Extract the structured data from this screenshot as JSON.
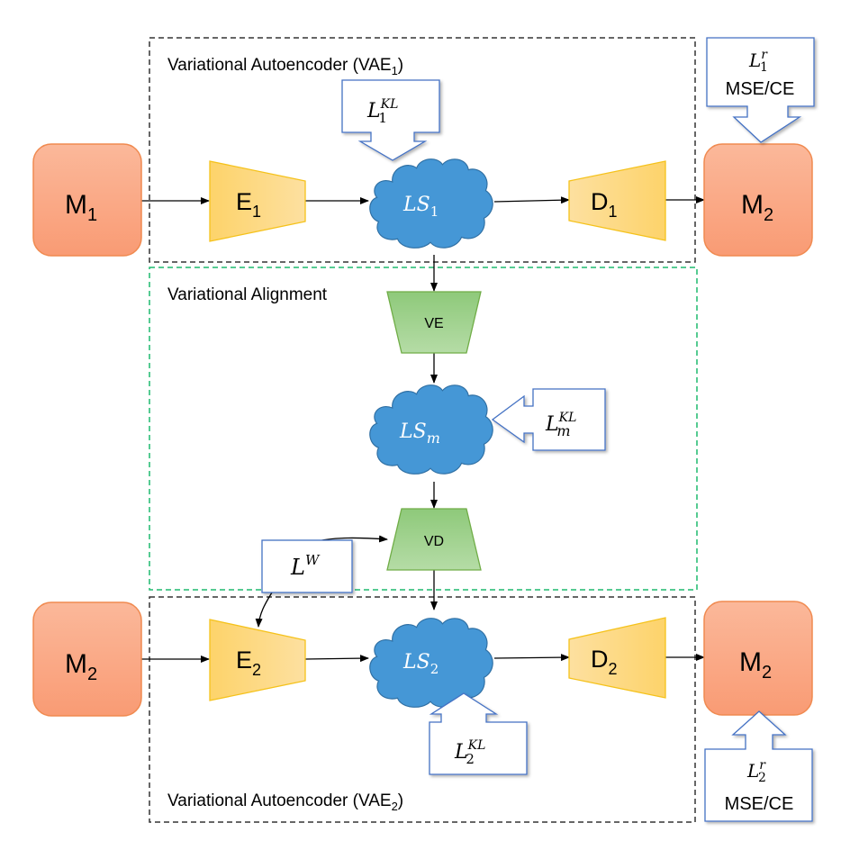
{
  "colors": {
    "module_fill_top": "#fbb89a",
    "module_fill_bottom": "#f99b74",
    "module_stroke": "#f08a50",
    "coder_fill_a": "#fdd36a",
    "coder_fill_b": "#fde0a0",
    "coder_stroke": "#f5c21b",
    "va_fill_top": "#8ec97a",
    "va_fill_bottom": "#b5dca6",
    "va_stroke": "#70ad47",
    "cloud_fill": "#4597d6",
    "cloud_stroke": "#2f6fa3",
    "callout_stroke": "#4472c4",
    "vae_frame": "#333333",
    "align_frame": "#1fba6e",
    "arrow": "#000000"
  },
  "groups": {
    "vae1": {
      "title": "Variational Autoencoder (VAE",
      "sub": "1",
      "close": ")"
    },
    "align": {
      "title": "Variational Alignment"
    },
    "vae2": {
      "title": "Variational Autoencoder (VAE",
      "sub": "2",
      "close": ")"
    }
  },
  "nodes": {
    "m1_in": {
      "base": "M",
      "sub": "1"
    },
    "m2_out_top": {
      "base": "M",
      "sub": "2"
    },
    "m2_in": {
      "base": "M",
      "sub": "2"
    },
    "m2_out_bottom": {
      "base": "M",
      "sub": "2"
    },
    "e1": {
      "base": "E",
      "sub": "1"
    },
    "d1": {
      "base": "D",
      "sub": "1"
    },
    "e2": {
      "base": "E",
      "sub": "2"
    },
    "d2": {
      "base": "D",
      "sub": "2"
    },
    "ve": {
      "label": "VE"
    },
    "vd": {
      "label": "VD"
    },
    "ls1": {
      "base": "LS",
      "sub": "1"
    },
    "lsm": {
      "base": "LS",
      "sub": "m"
    },
    "ls2": {
      "base": "LS",
      "sub": "2"
    }
  },
  "losses": {
    "l1_kl": {
      "base": "L",
      "sub": "1",
      "sup": "KL"
    },
    "l1_r": {
      "base": "L",
      "sub": "1",
      "sup": "r",
      "note": "MSE/CE"
    },
    "lm_kl": {
      "base": "L",
      "sub": "m",
      "sup": "KL"
    },
    "lw": {
      "base": "L",
      "sup": "W"
    },
    "l2_kl": {
      "base": "L",
      "sub": "2",
      "sup": "KL"
    },
    "l2_r": {
      "base": "L",
      "sub": "2",
      "sup": "r",
      "note": "MSE/CE"
    }
  }
}
